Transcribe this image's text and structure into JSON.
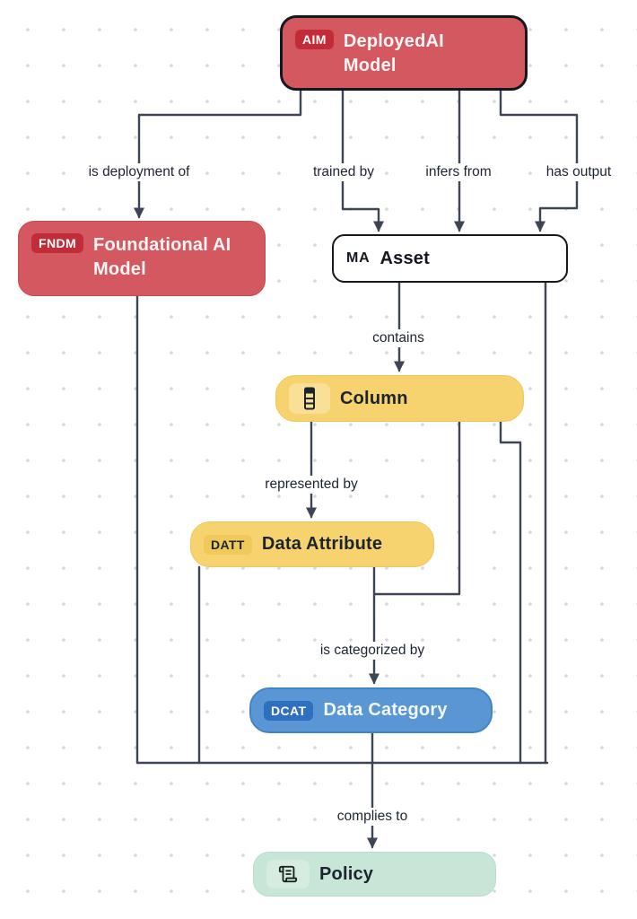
{
  "nodes": {
    "deployed_ai_model": {
      "badge": "AIM",
      "label": "DeployedAI Model",
      "fill": "#d4585f",
      "badge_bg": "#c22b38",
      "text_color": "#ffffff",
      "selected": true
    },
    "foundational_ai_model": {
      "badge": "FNDM",
      "label": "Foundational AI Model",
      "fill": "#d4585f",
      "badge_bg": "#c22b38",
      "text_color": "#ffffff"
    },
    "asset": {
      "badge": "MA",
      "label": "Asset",
      "fill": "#ffffff",
      "border": "#14181f",
      "text_color": "#14181f"
    },
    "column": {
      "icon": "table-column-icon",
      "label": "Column",
      "fill": "#f6d36e",
      "badge_bg": "#f9e096",
      "text_color": "#1c2430"
    },
    "data_attribute": {
      "badge": "DATT",
      "label": "Data Attribute",
      "fill": "#f6d36e",
      "badge_bg": "#f0c95b",
      "text_color": "#1c2430"
    },
    "data_category": {
      "badge": "DCAT",
      "label": "Data Category",
      "fill": "#5a96d4",
      "badge_bg": "#2f6fc0",
      "text_color": "#ffffff"
    },
    "policy": {
      "icon": "scroll-icon",
      "label": "Policy",
      "fill": "#c8e6d8",
      "badge_bg": "#d6ecdf",
      "text_color": "#1c2430"
    }
  },
  "edge_labels": {
    "is_deployment_of": "is deployment of",
    "trained_by": "trained by",
    "infers_from": "infers from",
    "has_output": "has output",
    "contains": "contains",
    "represented_by": "represented by",
    "is_categorized_by": "is categorized by",
    "complies_to": "complies to"
  },
  "colors": {
    "edge": "#3d4453",
    "edge_label_text": "#1d2430",
    "canvas_background": "#ffffff",
    "grid_dot": "#d4d6da"
  }
}
